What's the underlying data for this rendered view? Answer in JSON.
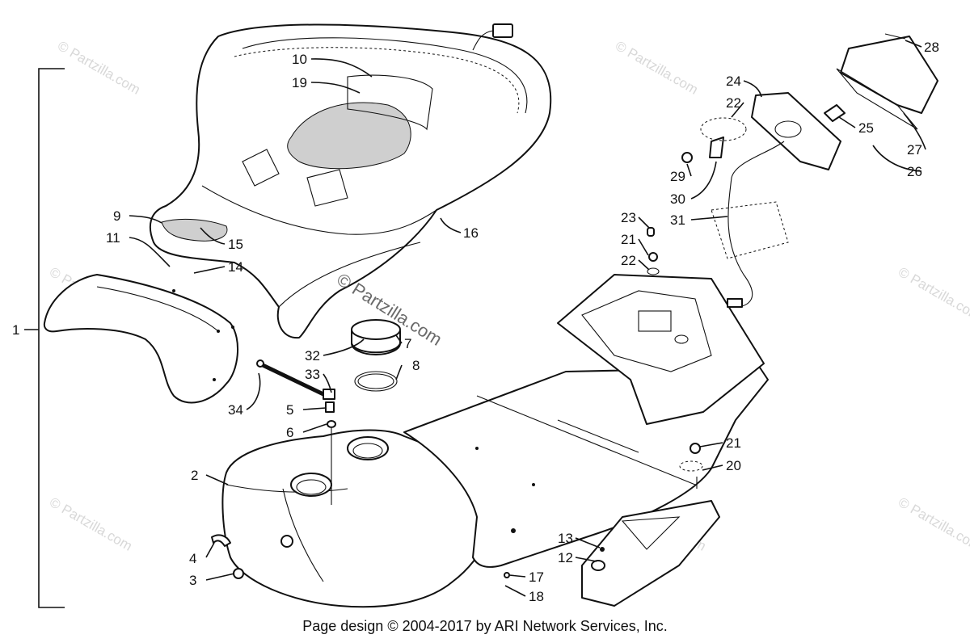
{
  "diagram": {
    "callouts": [
      "1",
      "2",
      "3",
      "4",
      "5",
      "6",
      "7",
      "8",
      "9",
      "10",
      "11",
      "12",
      "13",
      "14",
      "15",
      "16",
      "17",
      "18",
      "19",
      "20",
      "21",
      "21",
      "22",
      "22",
      "23",
      "24",
      "25",
      "26",
      "27",
      "28",
      "29",
      "30",
      "31",
      "32",
      "33",
      "34"
    ],
    "watermark_text": "© Partzilla.com",
    "center_watermark": "© Partzilla.com",
    "footer": "Page design © 2004-2017 by ARI Network Services, Inc."
  }
}
